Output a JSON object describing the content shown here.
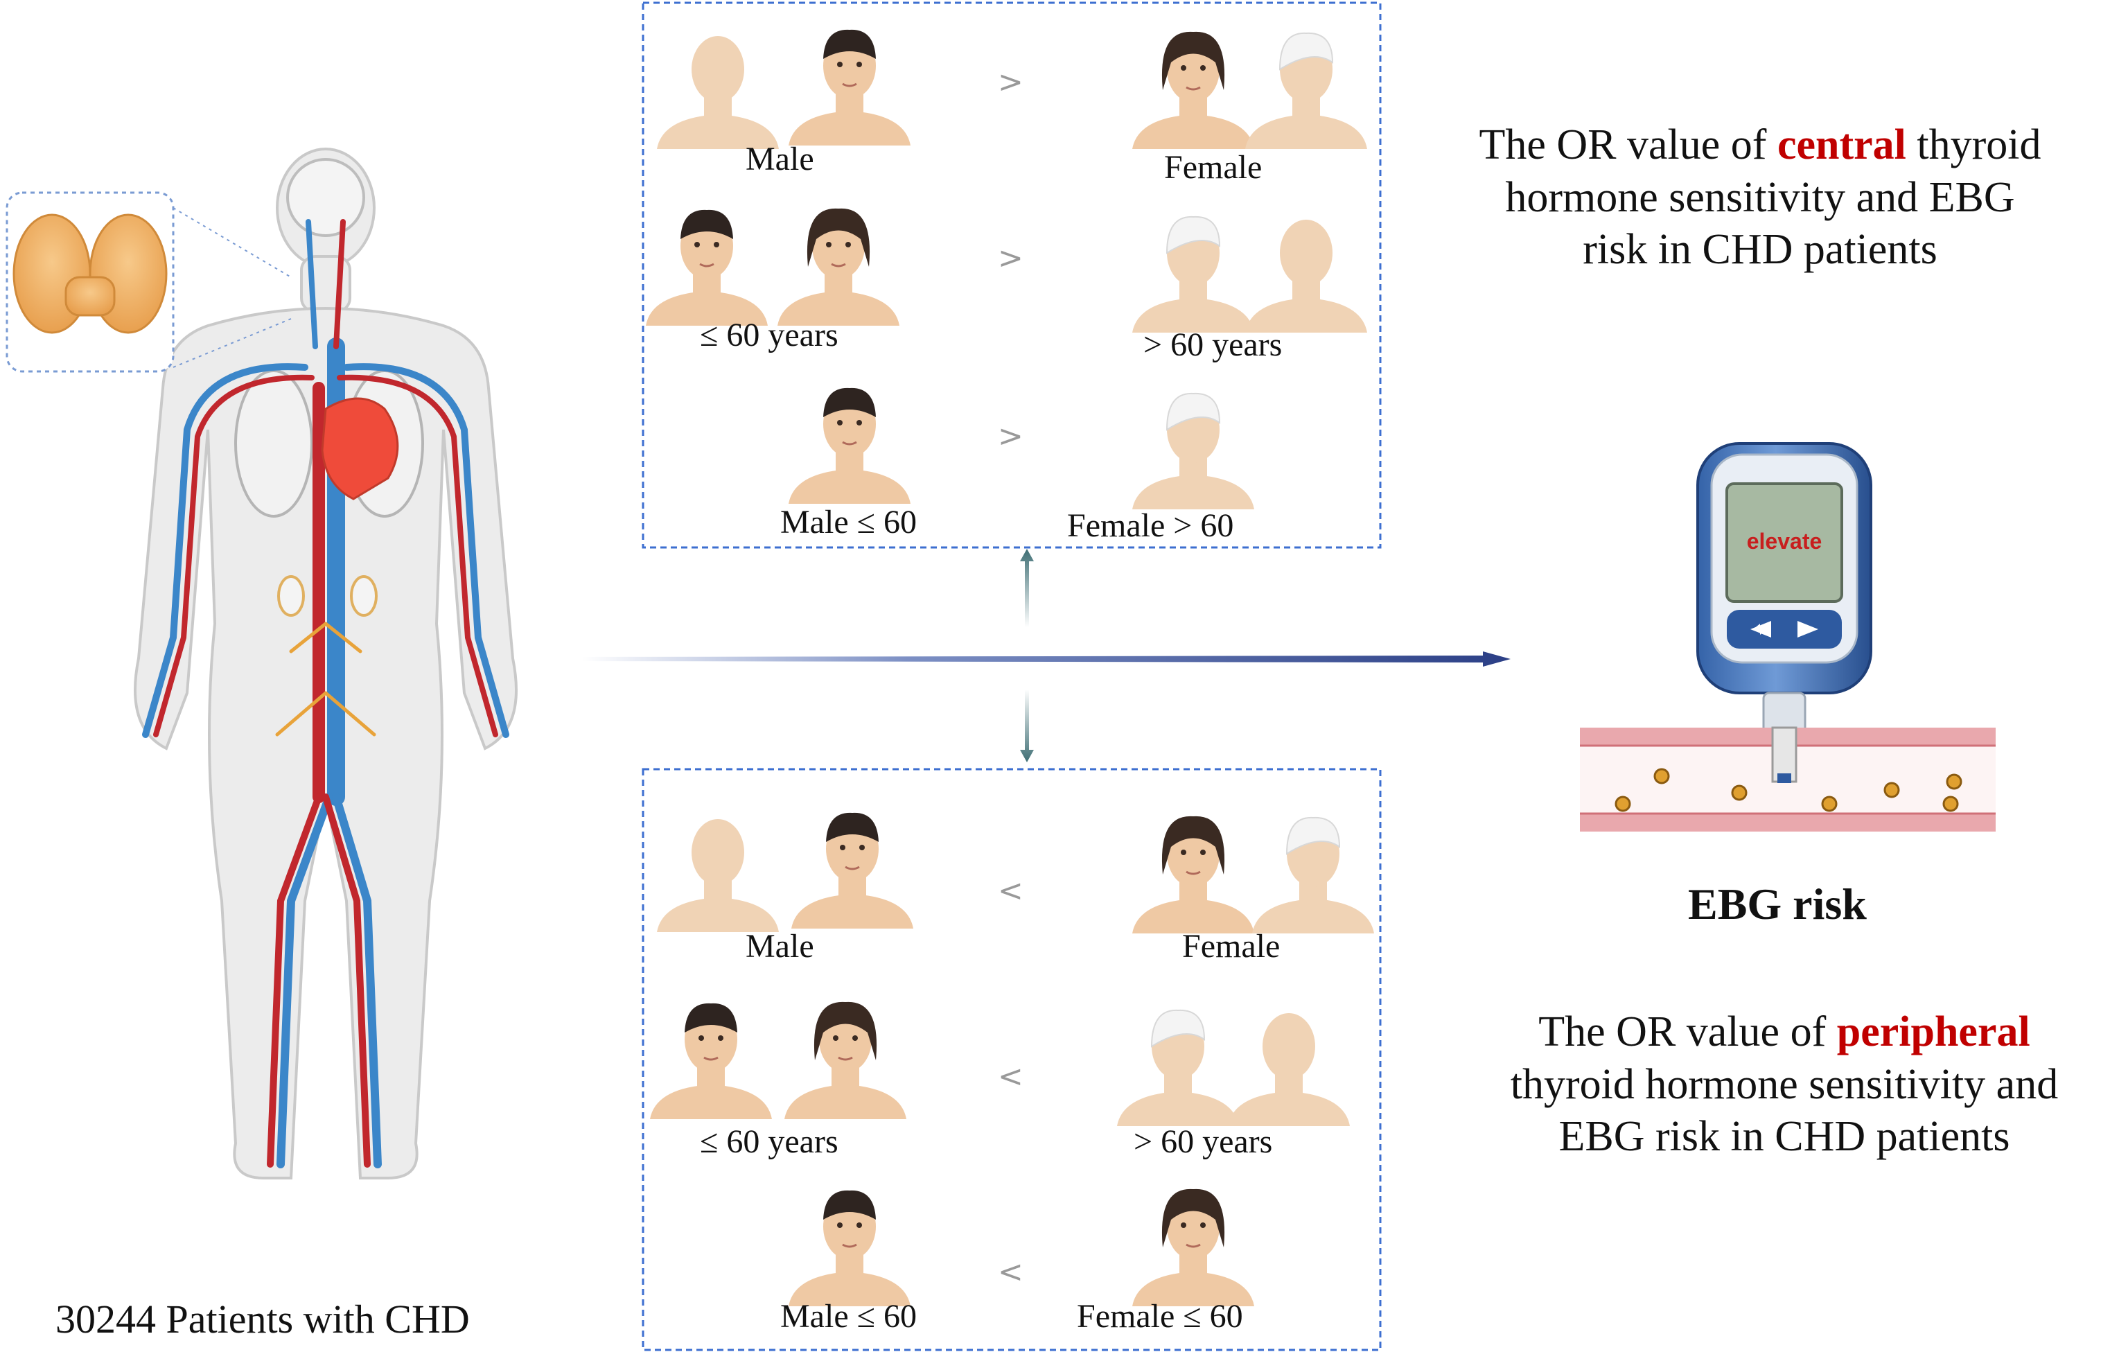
{
  "caption": "30244 Patients with CHD",
  "top_box": {
    "rows": [
      {
        "left": "Male",
        "op": ">",
        "right": "Female"
      },
      {
        "left": "≤ 60 years",
        "op": ">",
        "right": "> 60 years"
      },
      {
        "left": "Male ≤ 60",
        "op": ">",
        "right": "Female  >  60"
      }
    ]
  },
  "bottom_box": {
    "rows": [
      {
        "left": "Male",
        "op": "<",
        "right": "Female"
      },
      {
        "left": "≤ 60 years",
        "op": "<",
        "right": "> 60 years"
      },
      {
        "left": "Male ≤ 60",
        "op": "<",
        "right": "Female ≤ 60"
      }
    ]
  },
  "central_text": {
    "pre": "The OR value of ",
    "highlight": "central",
    "post": " thyroid",
    "line2": "hormone sensitivity and EBG",
    "line3": "risk in CHD patients"
  },
  "peripheral_text": {
    "pre": "The OR value of ",
    "highlight": "peripheral",
    "line2": "thyroid hormone sensitivity and",
    "line3": "EBG risk in CHD patients"
  },
  "meter": {
    "screen_text": "elevate"
  },
  "ebg_label": "EBG risk",
  "colors": {
    "highlight": "#c00000",
    "box_border": "#3d6fd0",
    "arrow": "#2b3f86",
    "heart": "#ef4b3a",
    "vein": "#3b86c9",
    "artery": "#c1272d",
    "skin": "#f2d2b0"
  }
}
